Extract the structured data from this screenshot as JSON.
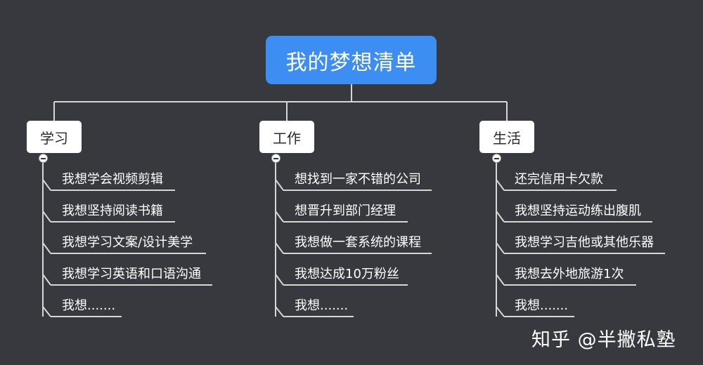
{
  "root": {
    "title": "我的梦想清单"
  },
  "branches": [
    {
      "label": "学习",
      "items": [
        "我想学会视频剪辑",
        "我想坚持阅读书籍",
        "我想学习文案/设计美学",
        "我想学习英语和口语沟通",
        "我想......."
      ]
    },
    {
      "label": "工作",
      "items": [
        "想找到一家不错的公司",
        "想晋升到部门经理",
        "我想做一套系统的课程",
        "我想达成10万粉丝",
        "我想......."
      ]
    },
    {
      "label": "生活",
      "items": [
        "还完信用卡欠款",
        "我想坚持运动练出腹肌",
        "我想学习吉他或其他乐器",
        "我想去外地旅游1次",
        "我想......."
      ]
    }
  ],
  "watermark": "知乎 @半撇私塾",
  "colors": {
    "background": "#37393e",
    "root": "#3d8ef3",
    "node": "#ffffff",
    "line": "#d6d6d6"
  },
  "icons": {
    "collapse": "minus-circle-icon"
  }
}
